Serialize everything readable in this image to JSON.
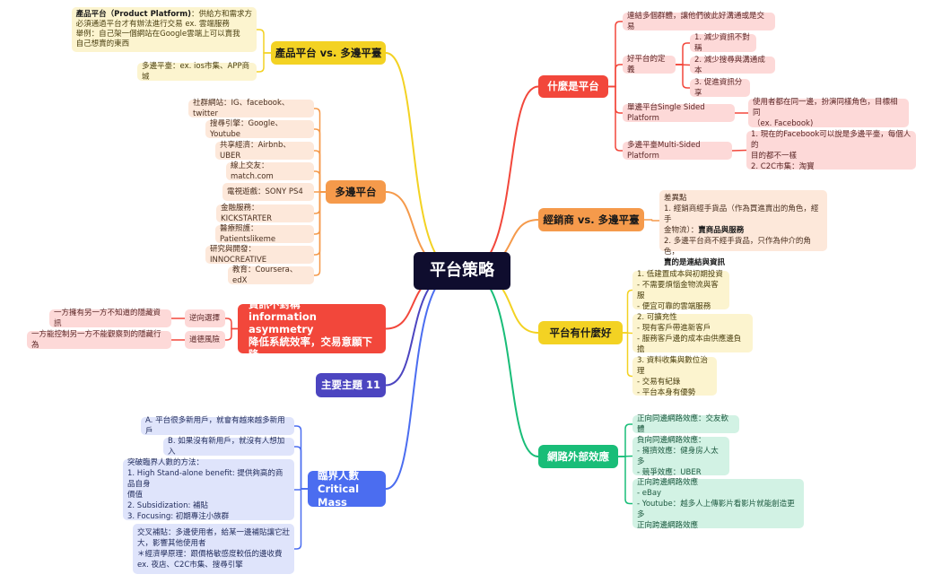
{
  "center": "平台策略",
  "colors": {
    "red": "#f2473b",
    "orange": "#f59a4b",
    "yellow": "#f3d223",
    "green": "#19bd78",
    "indigo": "#4c45c0",
    "blue": "#4b6df0",
    "center": "#0f0d2e"
  },
  "what_is_platform": {
    "label": "什麼是平台",
    "connect": "連結多個群體，讓他們彼此好溝通或是交易",
    "good_platform": {
      "label": "好平台的定義",
      "items": [
        "1. 減少資訊不對稱",
        "2. 減少搜尋與溝通成本",
        "3. 促進資訊分享"
      ]
    },
    "single_sided": {
      "label": "單邊平台Single Sided Platform",
      "detail": "使用者都在同一邊，扮演同樣角色，目標相同\n（ex. Facebook)"
    },
    "multi_sided": {
      "label": "多邊平臺Multi-Sided Platform",
      "detail": "1. 現在的Facebook可以說是多邊平臺，每個人的\n目的都不一樣\n2. C2C市集：淘寶"
    }
  },
  "distributor": {
    "label": "經銷商 vs. 多邊平臺",
    "detail_1": "差異點\n1. 經銷商經手貨品（作為買進賣出的角色，經手\n金物流）：",
    "detail_1_bold": "賣商品與服務",
    "detail_2": "2. 多邊平台商不經手貨品，只作為仲介的角色，",
    "detail_2_bold": "賣的是連結與資訊"
  },
  "benefits": {
    "label": "平台有什麼好",
    "items": [
      "1. 低建置成本與初期投資\n- 不需要煩惱金物流與客服\n- 便宜可靠的雲端服務",
      "2. 可擴充性\n- 現有客戶帶進新客戶\n- 服務客戶邊的成本由供應邊負擔",
      "3. 資料收集與數位治理\n- 交易有紀錄\n- 平台本身有優勢"
    ]
  },
  "network_effects": {
    "label": "網路外部效應",
    "items": [
      "正向同邊網路效應：交友軟體",
      "負向同邊網路效應：\n- 擁擠效應：健身房人太多\n- 競爭效應：UBER",
      "正向跨邊網路效應\n- eBay\n- Youtube：越多人上傳影片看影片就能創造更多\n正向跨邊網路效應"
    ]
  },
  "product_platform": {
    "label": "產品平台 vs. 多邊平臺",
    "detail_bold": "產品平台（Product Platform)",
    "detail": "：供給方和需求方\n必須通過平台才有辦法進行交易 ex. 雲端服務\n舉例：自己架一個網站在Google雲端上可以賣我\n自己想賣的東西",
    "multi": "多邊平臺：ex. ios市集、APP商城"
  },
  "multi_platform": {
    "label": "多邊平台",
    "items": [
      "社群網站：IG、facebook、twitter",
      "搜尋引擎：Google、Youtube",
      "共享經濟：Airbnb、UBER",
      "線上交友：match.com",
      "電視遊戲：SONY PS4",
      "金融服務：KICKSTARTER",
      "醫療照護：Patientslikeme",
      "研究與開發：INNOCREATIVE",
      "教育：Coursera、edX"
    ]
  },
  "asymmetry": {
    "label": "資訊不對稱\ninformation asymmetry\n降低系統效率，交易意願下降",
    "adverse": {
      "label": "逆向選擇",
      "detail": "一方擁有另一方不知道的隱藏資訊"
    },
    "moral": {
      "label": "道德風險",
      "detail": "一方能控制另一方不能觀察到的隱藏行為"
    }
  },
  "topic11": "主要主題 11",
  "critical_mass": {
    "label": "臨界人數\nCritical Mass",
    "items": [
      "A. 平台很多新用戶，就會有越來越多新用戶",
      "B. 如果沒有新用戶，就沒有人想加入",
      "突破臨界人數的方法：\n1. High Stand-alone benefit: 提供夠高的商品自身\n價值\n2. Subsidization: 補貼\n3. Focusing: 初期專注小族群",
      "交叉補貼：多邊使用者，給某一邊補貼讓它壯\n大，影響其他使用者\n＊經濟學原理：跟價格敏感度較低的邊收費\nex. 夜店、C2C市集、搜尋引擎"
    ]
  }
}
